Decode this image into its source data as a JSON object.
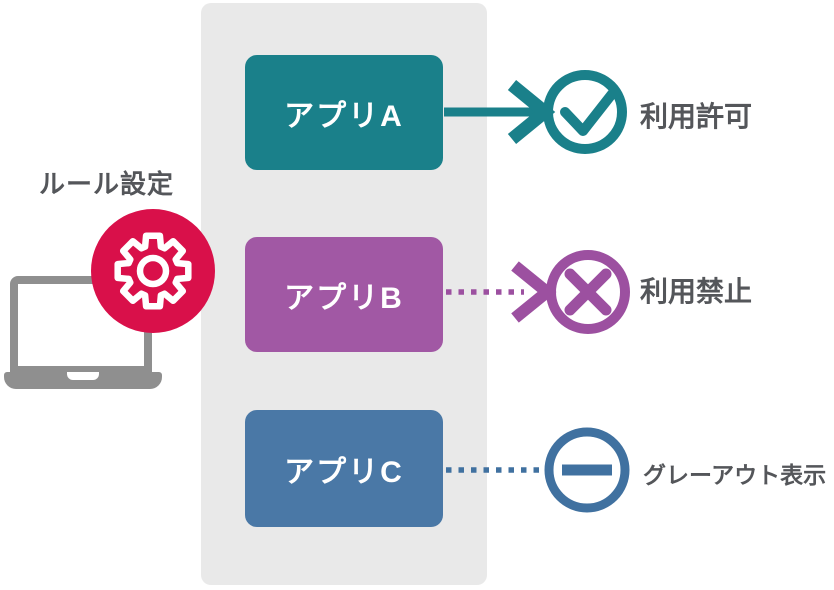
{
  "diagram": {
    "control": {
      "label": "ルール設定",
      "icon": "gear-icon",
      "badge_color": "#d9104a"
    },
    "device": {
      "icon": "laptop-icon",
      "color": "#8f8f8f"
    },
    "apps": [
      {
        "name": "アプリA",
        "box_color": "#1a808a",
        "connector": "solid-arrow",
        "status": {
          "label": "利用許可",
          "icon": "check-circle-icon",
          "color": "#1a808a"
        }
      },
      {
        "name": "アプリB",
        "box_color": "#a158a4",
        "connector": "dotted-arrow",
        "status": {
          "label": "利用禁止",
          "icon": "cross-circle-icon",
          "color": "#9c50a0"
        }
      },
      {
        "name": "アプリC",
        "box_color": "#4a78a6",
        "connector": "dotted-line",
        "status": {
          "label": "グレーアウト表示",
          "icon": "minus-circle-icon",
          "color": "#4071a0"
        }
      }
    ],
    "colors": {
      "panel_bg": "#e9e9e9",
      "label_text": "#54565a",
      "app_text": "#ffffff",
      "gear_badge": "#d9104a",
      "laptop_gray": "#8f8f8f"
    }
  }
}
